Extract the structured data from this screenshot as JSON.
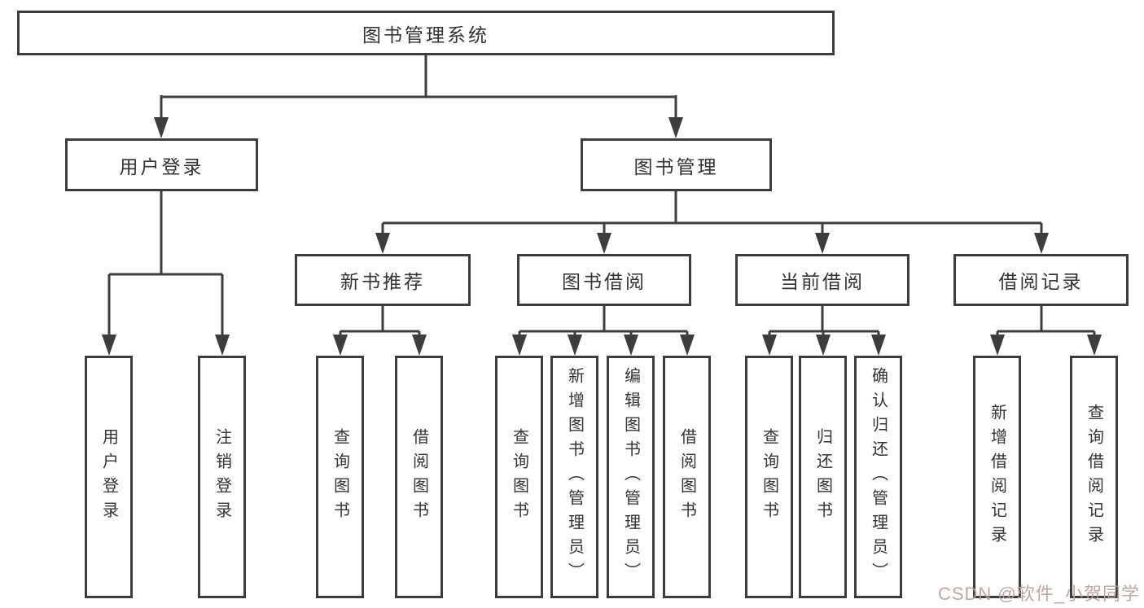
{
  "diagram": {
    "title": "图书管理系统",
    "root": {
      "label": "图书管理系统"
    },
    "level2": [
      {
        "label": "用户登录"
      },
      {
        "label": "图书管理"
      }
    ],
    "level3": [
      {
        "label": "新书推荐",
        "parent": "图书管理"
      },
      {
        "label": "图书借阅",
        "parent": "图书管理"
      },
      {
        "label": "当前借阅",
        "parent": "图书管理"
      },
      {
        "label": "借阅记录",
        "parent": "图书管理"
      }
    ],
    "leaves": [
      {
        "label": "用户登录",
        "parent": "用户登录"
      },
      {
        "label": "注销登录",
        "parent": "用户登录"
      },
      {
        "label": "查询图书",
        "parent": "新书推荐"
      },
      {
        "label": "借阅图书",
        "parent": "新书推荐"
      },
      {
        "label": "查询图书",
        "parent": "图书借阅"
      },
      {
        "label": "新增图书（管理员）",
        "parent": "图书借阅"
      },
      {
        "label": "编辑图书（管理员）",
        "parent": "图书借阅"
      },
      {
        "label": "借阅图书",
        "parent": "图书借阅"
      },
      {
        "label": "查询图书",
        "parent": "当前借阅"
      },
      {
        "label": "归还图书",
        "parent": "当前借阅"
      },
      {
        "label": "确认归还（管理员）",
        "parent": "当前借阅"
      },
      {
        "label": "新增借阅记录",
        "parent": "借阅记录"
      },
      {
        "label": "查询借阅记录",
        "parent": "借阅记录"
      }
    ],
    "colors": {
      "line": "#3d3d3d",
      "text": "#333333",
      "background": "#ffffff"
    }
  },
  "watermark": {
    "text": "CSDN @软件_小贺同学",
    "color": "#bd9e9e"
  }
}
